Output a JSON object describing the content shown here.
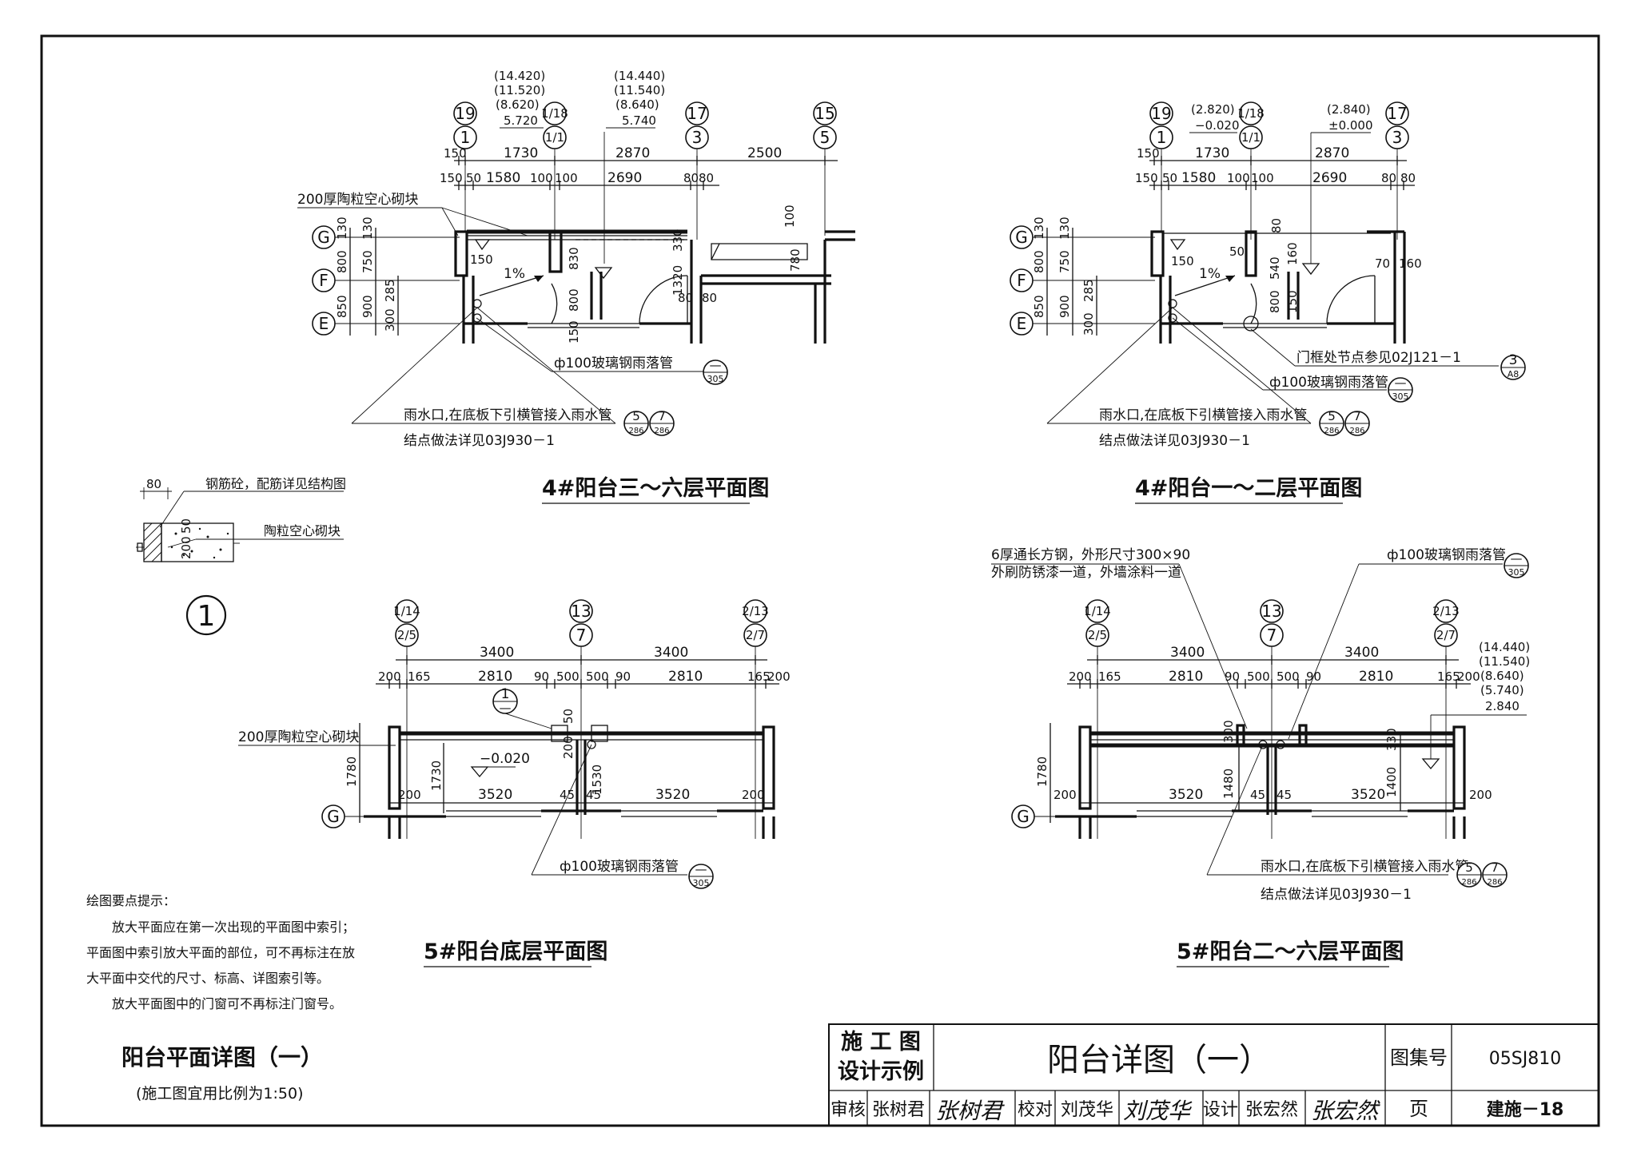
{
  "plan_a": {
    "title": "4#阳台三～六层平面图",
    "elev_left": [
      "(14.420)",
      "(11.520)",
      "(8.620)",
      "5.720"
    ],
    "elev_mid": [
      "(14.440)",
      "(11.540)",
      "(8.640)",
      "5.740"
    ],
    "axes_top": [
      {
        "top": "19",
        "bottom": "1"
      },
      {
        "top": "1/18",
        "bottom": "1/1"
      },
      {
        "top": "17",
        "bottom": "3"
      },
      {
        "top": "15",
        "bottom": "5"
      }
    ],
    "dims_row1": [
      "150",
      "1730",
      "2870",
      "2500"
    ],
    "dims_row2": [
      "150",
      "50",
      "1580",
      "100",
      "100",
      "2690",
      "80",
      "80"
    ],
    "axes_left": [
      "G",
      "F",
      "E"
    ],
    "dims_left_outer": [
      "130",
      "800",
      "850"
    ],
    "dims_left_inner": [
      "130",
      "750",
      "900"
    ],
    "dims_left_inner2": [
      "285",
      "300"
    ],
    "dims_misc": [
      "150",
      "1%",
      "830",
      "800",
      "150",
      "330",
      "1320",
      "100",
      "780",
      "80",
      "80"
    ],
    "label_block": "200厚陶粒空心砌块",
    "pipe_label": "ф100玻璃钢雨落管",
    "pipe_ref": [
      "—",
      "305"
    ],
    "drain_label": "雨水口,在底板下引横管接入雨水管",
    "drain_refs": [
      {
        "top": "5",
        "bottom": "286"
      },
      {
        "top": "7",
        "bottom": "286"
      }
    ],
    "node_label": "结点做法详见03J930－1"
  },
  "plan_b": {
    "title": "4#阳台一～二层平面图",
    "elev_left": [
      "(2.820)",
      "−0.020"
    ],
    "elev_mid": [
      "(2.840)",
      "±0.000"
    ],
    "axes_top": [
      {
        "top": "19",
        "bottom": "1"
      },
      {
        "top": "1/18",
        "bottom": "1/1"
      },
      {
        "top": "17",
        "bottom": "3"
      }
    ],
    "dims_row1": [
      "150",
      "1730",
      "2870"
    ],
    "dims_row2": [
      "150",
      "50",
      "1580",
      "100",
      "100",
      "2690",
      "80",
      "80"
    ],
    "axes_left": [
      "G",
      "F",
      "E"
    ],
    "dims_left_outer": [
      "130",
      "800",
      "850"
    ],
    "dims_left_inner": [
      "130",
      "750",
      "900"
    ],
    "dims_left_inner2": [
      "300",
      "285"
    ],
    "dims_misc": [
      "150",
      "1%",
      "50",
      "540",
      "800",
      "150",
      "80",
      "160",
      "70",
      "160"
    ],
    "door_label": "门框处节点参见02J121－1",
    "door_ref": {
      "top": "3",
      "bottom": "A8"
    },
    "pipe_label": "ф100玻璃钢雨落管",
    "pipe_ref": [
      "—",
      "305"
    ],
    "drain_label": "雨水口,在底板下引横管接入雨水管",
    "drain_refs": [
      {
        "top": "5",
        "bottom": "286"
      },
      {
        "top": "7",
        "bottom": "286"
      }
    ],
    "node_label": "结点做法详见03J930－1"
  },
  "detail_1": {
    "dim_top": "80",
    "label_1": "钢筋砼，配筋详见结构图",
    "label_2": "陶粒空心砌块",
    "dim_50": "50",
    "dim_200": "200",
    "number": "1"
  },
  "plan_c": {
    "title": "5#阳台底层平面图",
    "axes_top": [
      {
        "top": "1/14",
        "bottom": "2/5"
      },
      {
        "top": "13",
        "bottom": "7"
      },
      {
        "top": "2/13",
        "bottom": "2/7"
      }
    ],
    "dims_row1": [
      "3400",
      "3400"
    ],
    "dims_row2": [
      "200",
      "165",
      "2810",
      "90",
      "500",
      "500",
      "90",
      "2810",
      "165",
      "200"
    ],
    "label_block": "200厚陶粒空心砌块",
    "detail_ref": {
      "top": "1",
      "bottom": "—"
    },
    "elev": "−0.020",
    "axis_left": "G",
    "dims_left": [
      "1780",
      "1730"
    ],
    "dims_bottom": [
      "200",
      "3520",
      "45",
      "45",
      "3520",
      "200"
    ],
    "dims_misc": [
      "50",
      "200",
      "1530"
    ],
    "pipe_label": "ф100玻璃钢雨落管",
    "pipe_ref": [
      "—",
      "305"
    ]
  },
  "plan_d": {
    "title": "5#阳台二～六层平面图",
    "steel_label_1": "6厚通长方钢，外形尺寸300×90",
    "steel_label_2": "外刷防锈漆一道，外墙涂料一道",
    "pipe_label": "ф100玻璃钢雨落管",
    "pipe_ref": [
      "—",
      "305"
    ],
    "axes_top": [
      {
        "top": "1/14",
        "bottom": "2/5"
      },
      {
        "top": "13",
        "bottom": "7"
      },
      {
        "top": "2/13",
        "bottom": "2/7"
      }
    ],
    "dims_row1": [
      "3400",
      "3400"
    ],
    "dims_row2": [
      "200",
      "165",
      "2810",
      "90",
      "500",
      "500",
      "90",
      "2810",
      "165",
      "200"
    ],
    "elev": [
      "(14.440)",
      "(11.540)",
      "(8.640)",
      "(5.740)",
      "2.840"
    ],
    "axis_left": "G",
    "dims_left": [
      "1780"
    ],
    "dims_bottom": [
      "200",
      "3520",
      "45",
      "45",
      "3520",
      "200"
    ],
    "dims_misc": [
      "300",
      "1480",
      "330",
      "1400"
    ],
    "drain_label": "雨水口,在底板下引横管接入雨水管",
    "drain_refs": [
      {
        "top": "5",
        "bottom": "286"
      },
      {
        "top": "7",
        "bottom": "286"
      }
    ],
    "node_label": "结点做法详见03J930－1"
  },
  "notes": {
    "heading": "绘图要点提示：",
    "lines": [
      "放大平面应在第一次出现的平面图中索引；",
      "平面图中索引放大平面的部位，可不再标注在放",
      "大平面中交代的尺寸、标高、详图索引等。",
      "放大平面图中的门窗可不再标注门窗号。"
    ]
  },
  "sheet_title": {
    "main": "阳台平面详图（一）",
    "sub": "(施工图宜用比例为1:50)"
  },
  "title_block": {
    "left_1": "施 工 图",
    "left_2": "设计示例",
    "title": "阳台详图（一）",
    "atlas_label": "图集号",
    "atlas_value": "05SJ810",
    "page_label": "页",
    "page_value": "建施－18",
    "review_label": "审核",
    "review_name": "张树君",
    "check_label": "校对",
    "check_name": "刘茂华",
    "design_label": "设计",
    "design_name": "张宏然"
  }
}
